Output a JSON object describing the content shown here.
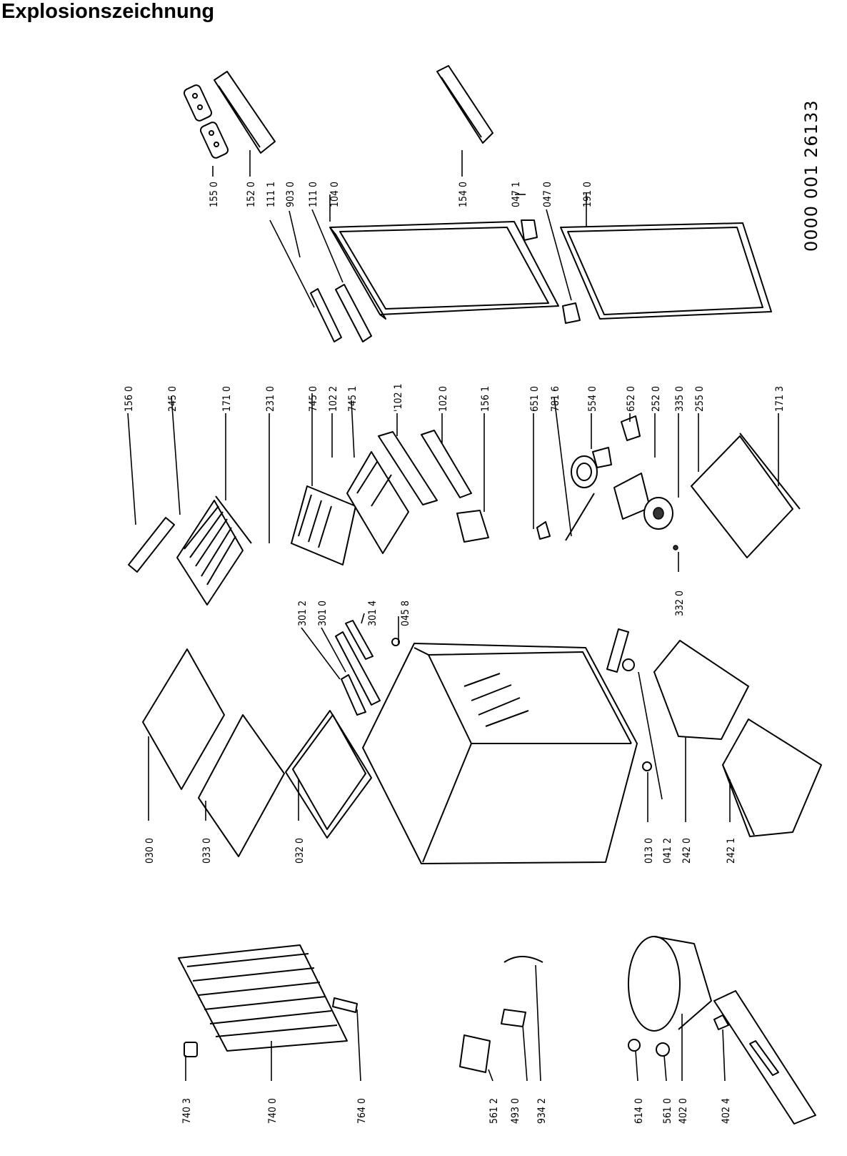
{
  "title": "Explosionszeichnung",
  "document_number": "0000 001 26133",
  "labels": [
    "155 0",
    "152 0",
    "111 1",
    "903 0",
    "111 0",
    "104 0",
    "154 0",
    "047 1",
    "047 0",
    "191 0",
    "156 0",
    "245 0",
    "171 0",
    "231 0",
    "745 0",
    "102 2",
    "745 1",
    "'102 1",
    "102 0",
    "156 1",
    "651 0",
    "781 6",
    "554 0",
    "652 0",
    "252 0",
    "335 0",
    "255 0",
    "171 3",
    "332 0",
    "301 2",
    "301 0",
    "301 4",
    "045 8",
    "030 0",
    "033 0",
    "032 0",
    "013 0",
    "041 2",
    "242 0",
    "242 1",
    "740 3",
    "740 0",
    "764 0",
    "561 2",
    "493 0",
    "934 2",
    "614 0",
    "561 0",
    "402 0",
    "402 4"
  ]
}
